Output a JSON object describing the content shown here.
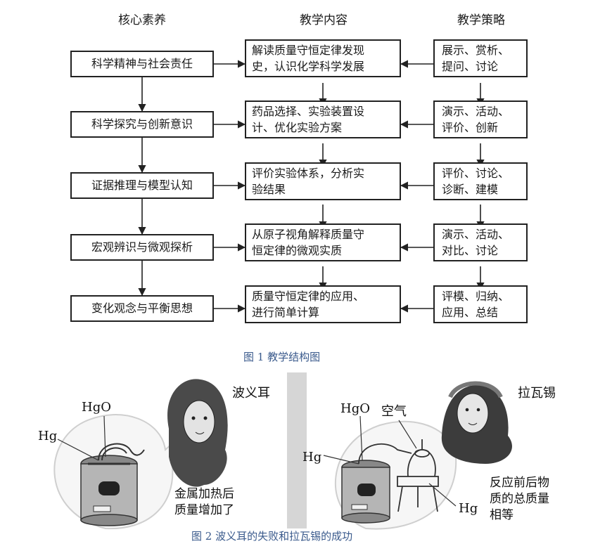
{
  "figure1": {
    "headers": [
      "核心素养",
      "教学内容",
      "教学策略"
    ],
    "rows": [
      {
        "core": "科学精神与社会责任",
        "content": [
          "解读质量守恒定律发现",
          "史，认识化学科学发展"
        ],
        "strategy": [
          "展示、赏析、",
          "提问、讨论"
        ]
      },
      {
        "core": "科学探究与创新意识",
        "content": [
          "药品选择、实验装置设",
          "计、优化实验方案"
        ],
        "strategy": [
          "演示、活动、",
          "评价、创新"
        ]
      },
      {
        "core": "证据推理与模型认知",
        "content": [
          "评价实验体系，分析实",
          "验结果"
        ],
        "strategy": [
          "评价、讨论、",
          "诊断、建模"
        ]
      },
      {
        "core": "宏观辨识与微观探析",
        "content": [
          "从原子视角解释质量守",
          "恒定律的微观实质"
        ],
        "strategy": [
          "演示、活动、",
          "对比、讨论"
        ]
      },
      {
        "core": "变化观念与平衡思想",
        "content": [
          "质量守恒定律的应用、",
          "进行简单计算"
        ],
        "strategy": [
          "评模、归纳、",
          "应用、总结"
        ]
      }
    ],
    "caption": "图 1   教学结构图"
  },
  "figure2": {
    "left": {
      "name": "波义耳",
      "hgo": "HgO",
      "hg": "Hg",
      "note": [
        "金属加热后",
        "质量增加了"
      ]
    },
    "right": {
      "name": "拉瓦锡",
      "hgo": "HgO",
      "air": "空气",
      "hg_left": "Hg",
      "hg_right": "Hg",
      "note": [
        "反应前后物",
        "质的总质量",
        "相等"
      ]
    },
    "caption": "图 2  波义耳的失败和拉瓦锡的成功"
  }
}
